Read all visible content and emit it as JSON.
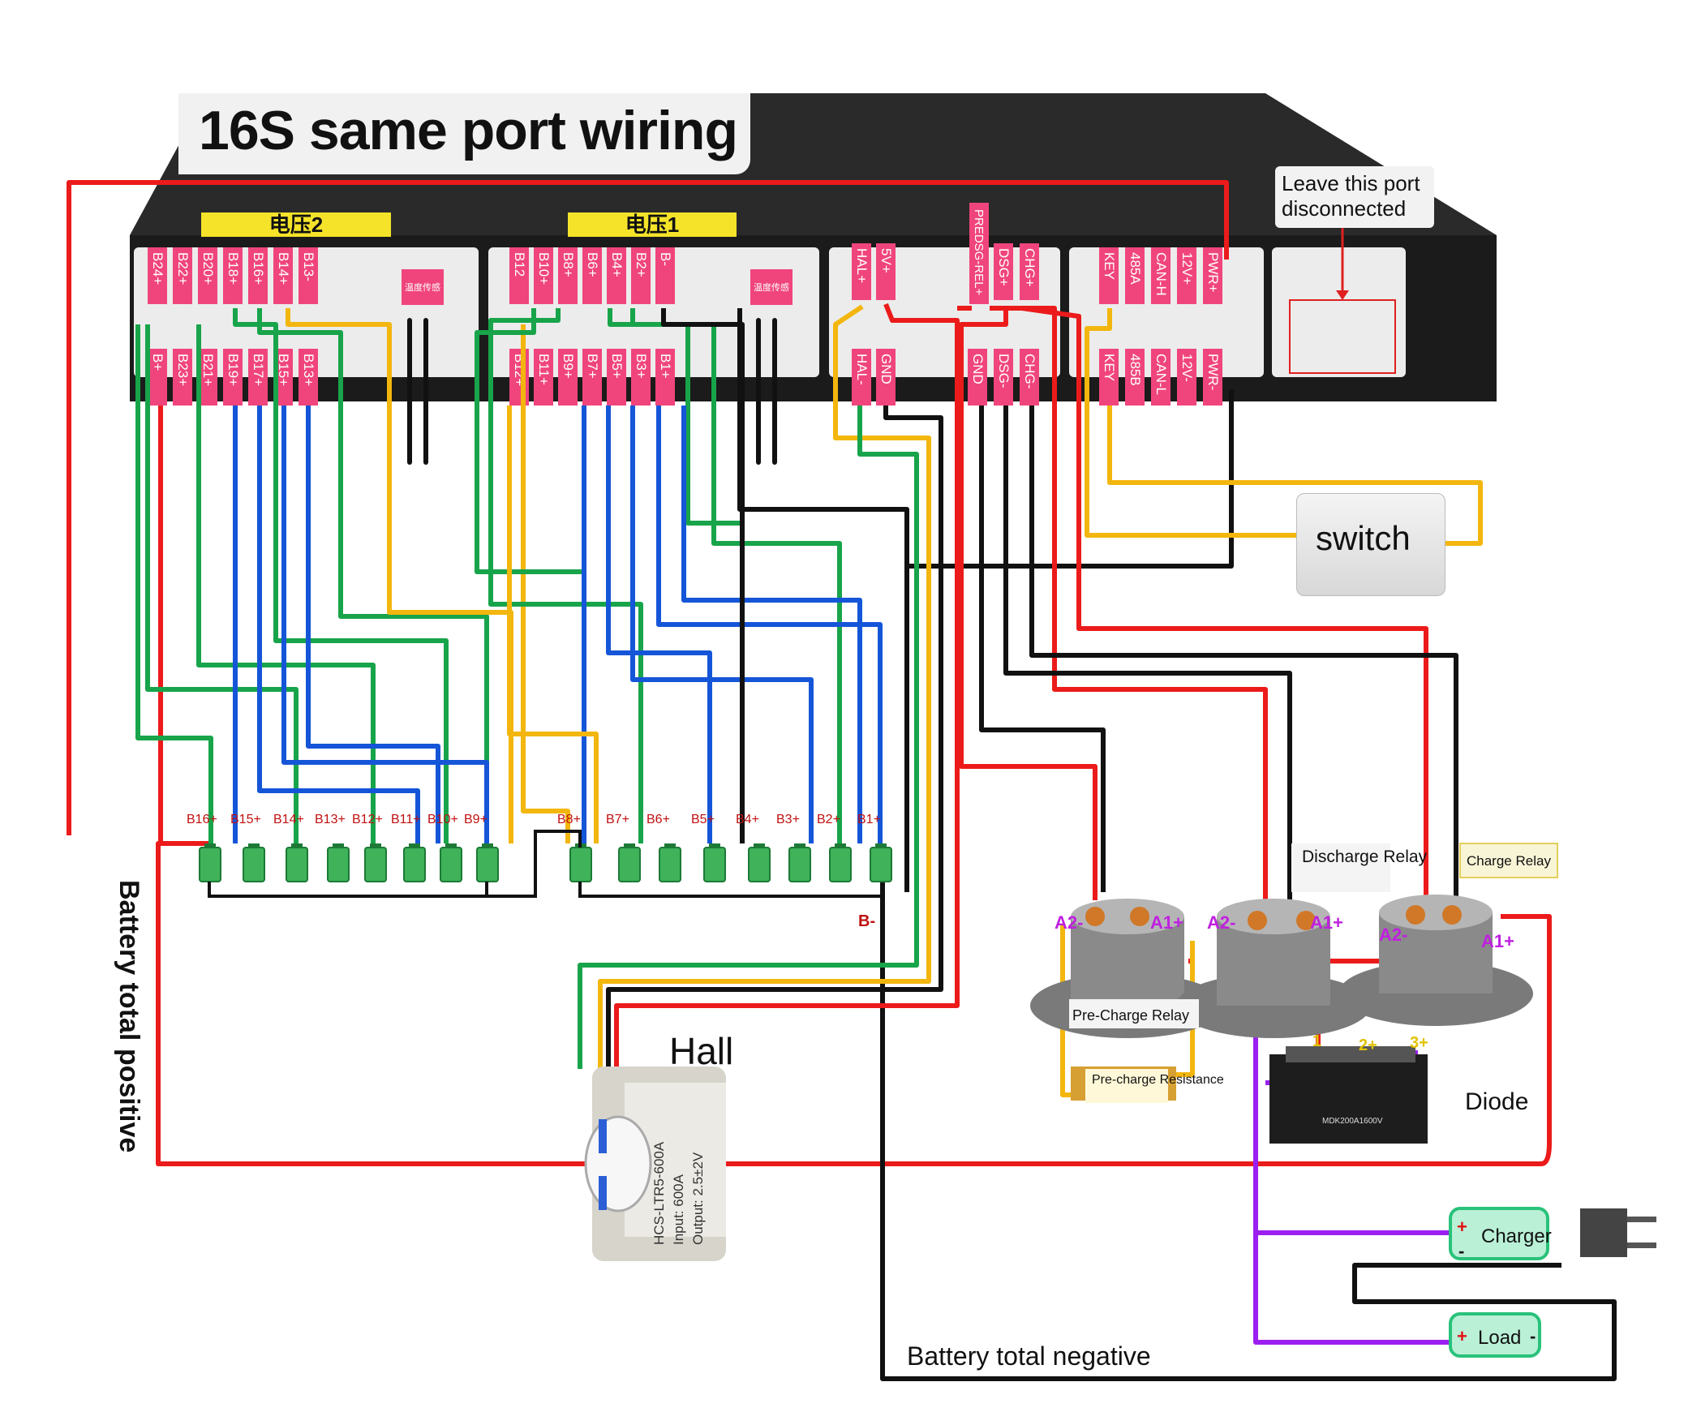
{
  "title": "16S same port wiring",
  "note": "Leave this port disconnected",
  "switch_label": "switch",
  "hall_label": "Hall",
  "diode_label": "Diode",
  "total_positive": "Battery total positive",
  "total_negative": "Battery total negative",
  "discharge_relay": "Discharge Relay",
  "charge_relay": "Charge Relay",
  "precharge_relay": "Pre-Charge Relay",
  "precharge_resistance": "Pre-charge Resistance",
  "charger": "Charger",
  "load": "Load",
  "b_minus": "B-",
  "connector_tags": {
    "voltage2": "电压2",
    "voltage1": "电压1",
    "temp": "温度传感"
  },
  "hall_sensor_text": [
    "HCS-LTR5-600A",
    "Input: 600A",
    "Output: 2.5±2V"
  ],
  "diode_text": "MDK200A1600V",
  "port1_top": [
    "B24+",
    "B22+",
    "B20+",
    "B18+",
    "B16+",
    "B14+",
    "B13-"
  ],
  "port1_bottom": [
    "B+",
    "B23+",
    "B21+",
    "B19+",
    "B17+",
    "B15+",
    "B13+"
  ],
  "port2_top": [
    "B12",
    "B10+",
    "B8+",
    "B6+",
    "B4+",
    "B2+",
    "B-"
  ],
  "port2_bottom": [
    "B12+",
    "B11+",
    "B9+",
    "B7+",
    "B5+",
    "B3+",
    "B1+"
  ],
  "port3_top": [
    "HAL+",
    "5V+",
    "PREDSG-REL+",
    "DSG+",
    "CHG+"
  ],
  "port3_bottom": [
    "HAL-",
    "GND",
    "GND",
    "DSG-",
    "CHG-"
  ],
  "port4_top": [
    "KEY",
    "485A",
    "CAN-H",
    "12V+",
    "PWR+"
  ],
  "port4_bottom": [
    "KEY",
    "485B",
    "CAN-L",
    "12V-",
    "PWR-"
  ],
  "cell_labels": [
    "B16+",
    "B15+",
    "B14+",
    "B13+",
    "B12+",
    "B11+",
    "B10+",
    "B9+",
    "B8+",
    "B7+",
    "B6+",
    "B5+",
    "B4+",
    "B3+",
    "B2+",
    "B1+"
  ],
  "terminals": {
    "precharge": [
      "A2-",
      "A1+"
    ],
    "discharge": [
      "A2-",
      "A1+"
    ],
    "charge": [
      "A2-",
      "A1+"
    ],
    "diode": [
      "1",
      "2+",
      "3+"
    ],
    "plus": "+",
    "minus": "-"
  },
  "colors": {
    "red": "#ec1b1b",
    "black": "#111111",
    "green": "#18a44a",
    "blue": "#1555d8",
    "yellow": "#f2b60e",
    "purple": "#9b1ff0",
    "pink": "#f0457c",
    "bms": "#1b1b1b"
  },
  "icons": [
    "battery-cell-icon",
    "plug-icon",
    "thermistor-icon",
    "relay-icon"
  ]
}
